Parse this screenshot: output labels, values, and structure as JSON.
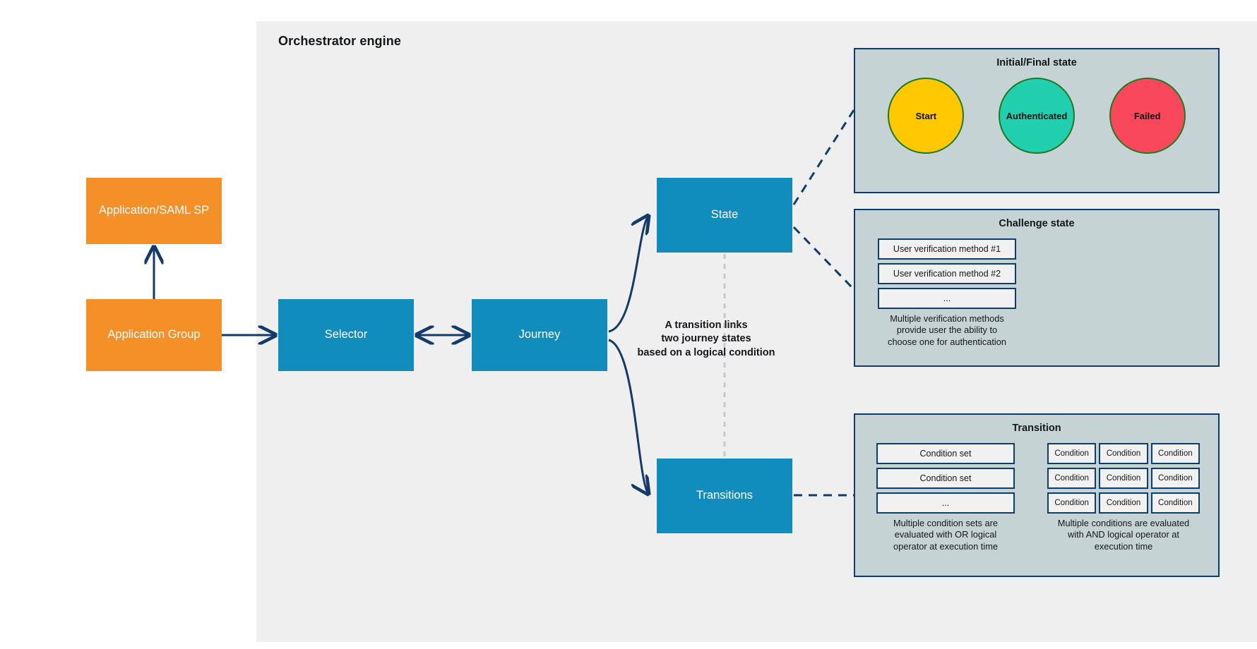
{
  "diagram": {
    "title": "Orchestrator engine",
    "colors": {
      "orange": "#f58f28",
      "blue": "#118dbd",
      "panel_fill": "#c6d3d4",
      "panel_border": "#0d3c6e",
      "canvas": "#efefef",
      "connector": "#123a6b",
      "circle_border": "#1f7a1f"
    },
    "nodes": {
      "app_saml_sp": "Application/SAML SP",
      "app_group": "Application Group",
      "selector": "Selector",
      "journey": "Journey",
      "state": "State",
      "transitions": "Transitions"
    },
    "annotation": {
      "line1": "A transition links",
      "line2": "two journey states",
      "line3": "based on a logical condition"
    }
  },
  "panels": {
    "initial_final": {
      "title": "Initial/Final state",
      "circles": [
        {
          "label": "Start",
          "color": "#ffc800"
        },
        {
          "label": "Authenticated",
          "color": "#21cead"
        },
        {
          "label": "Failed",
          "color": "#f9485c"
        }
      ]
    },
    "challenge": {
      "title": "Challenge state",
      "methods": [
        "User verification method #1",
        "User verification method #2",
        "..."
      ],
      "caption_line1": "Multiple verification methods",
      "caption_line2": "provide user the ability to",
      "caption_line3": "choose one for authentication"
    },
    "transition": {
      "title": "Transition",
      "condition_sets": [
        "Condition set",
        "Condition set",
        "..."
      ],
      "condition_grid": [
        [
          "Condition",
          "Condition",
          "Condition"
        ],
        [
          "Condition",
          "Condition",
          "Condition"
        ],
        [
          "Condition",
          "Condition",
          "Condition"
        ]
      ],
      "caption_left_line1": "Multiple condition sets are",
      "caption_left_line2": "evaluated with OR logical",
      "caption_left_line3": "operator at execution time",
      "caption_right_line1": "Multiple conditions are evaluated",
      "caption_right_line2": "with AND logical operator at",
      "caption_right_line3": "execution time"
    }
  }
}
